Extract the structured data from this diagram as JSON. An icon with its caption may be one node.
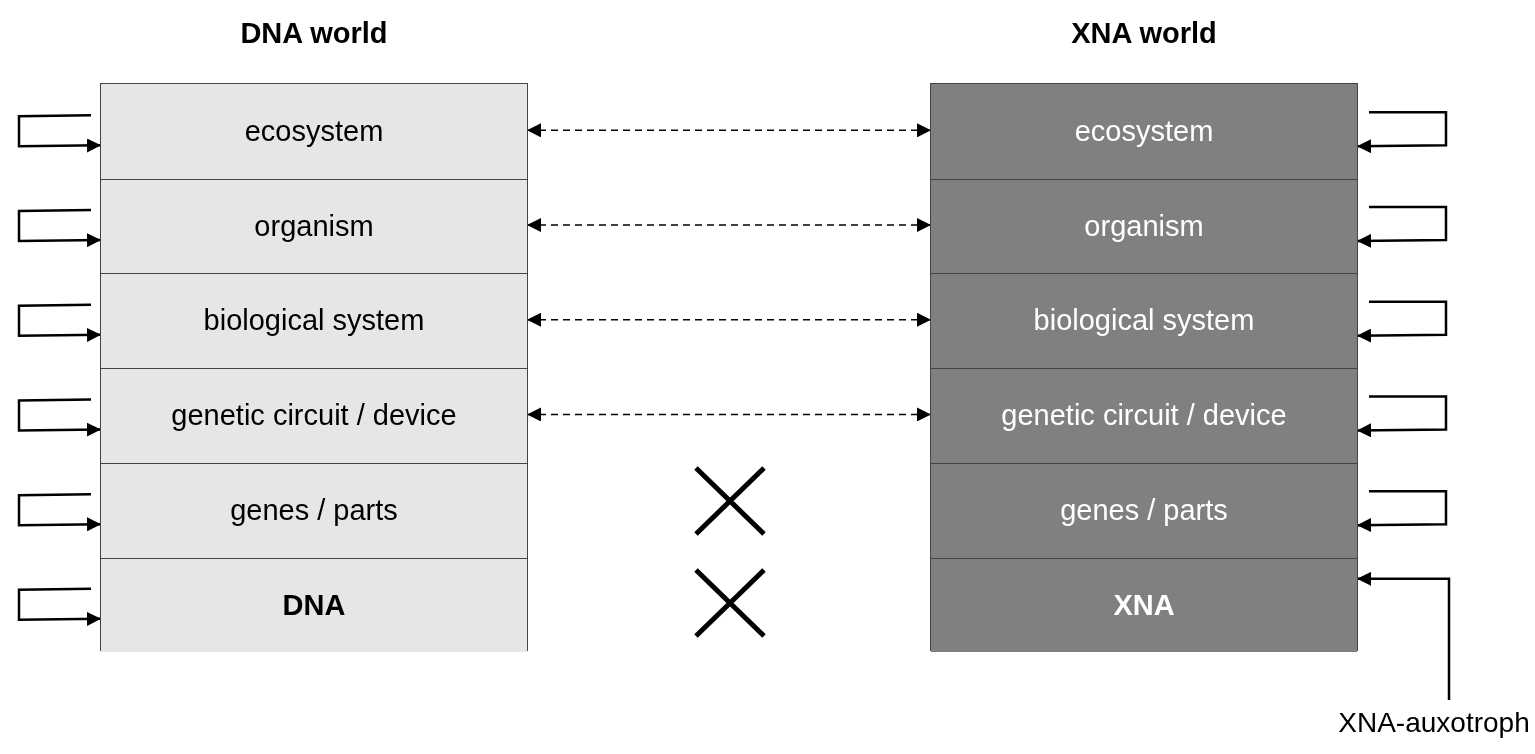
{
  "diagram": {
    "nodes": [
      {
        "text": [
          "DNA world"
        ]
      },
      {
        "text": [
          "ecosystem"
        ],
        "in": 0
      },
      {
        "text": [
          "organism"
        ],
        "in": 0
      },
      {
        "text": [
          "biological system"
        ],
        "in": 0
      },
      {
        "text": [
          "genetic circuit / device"
        ],
        "in": 0
      },
      {
        "text": [
          "genes / parts"
        ],
        "in": 0
      },
      {
        "text": [
          "DNA"
        ],
        "in": 0
      },
      {
        "text": [
          "XNA world"
        ]
      },
      {
        "text": [
          "ecosystem"
        ],
        "in": 7
      },
      {
        "text": [
          "organism"
        ],
        "in": 7
      },
      {
        "text": [
          "biological system"
        ],
        "in": 7
      },
      {
        "text": [
          "genetic circuit / device"
        ],
        "in": 7
      },
      {
        "text": [
          "genes / parts"
        ],
        "in": 7
      },
      {
        "text": [
          "XNA"
        ],
        "in": 7
      },
      {
        "text": [
          "XNA-auxotroph"
        ]
      }
    ],
    "edges": [
      {
        "from": 1,
        "to": 8,
        "arrow": "both",
        "style": "dashed"
      },
      {
        "from": 2,
        "to": 9,
        "arrow": "both",
        "style": "dashed"
      },
      {
        "from": 3,
        "to": 10,
        "arrow": "both",
        "style": "dashed"
      },
      {
        "from": 4,
        "to": 11,
        "arrow": "both",
        "style": "dashed"
      },
      {
        "from": null,
        "to": 1,
        "arrow": "to"
      },
      {
        "from": null,
        "to": 2,
        "arrow": "to"
      },
      {
        "from": null,
        "to": 3,
        "arrow": "to"
      },
      {
        "from": null,
        "to": 4,
        "arrow": "to"
      },
      {
        "from": null,
        "to": 5,
        "arrow": "to"
      },
      {
        "from": null,
        "to": 6,
        "arrow": "to"
      },
      {
        "from": null,
        "to": 8,
        "arrow": "to"
      },
      {
        "from": null,
        "to": 9,
        "arrow": "to"
      },
      {
        "from": null,
        "to": 10,
        "arrow": "to"
      },
      {
        "from": null,
        "to": 11,
        "arrow": "to"
      },
      {
        "from": null,
        "to": 12,
        "arrow": "to"
      },
      {
        "from": 14,
        "to": 13,
        "arrow": "to"
      }
    ]
  }
}
